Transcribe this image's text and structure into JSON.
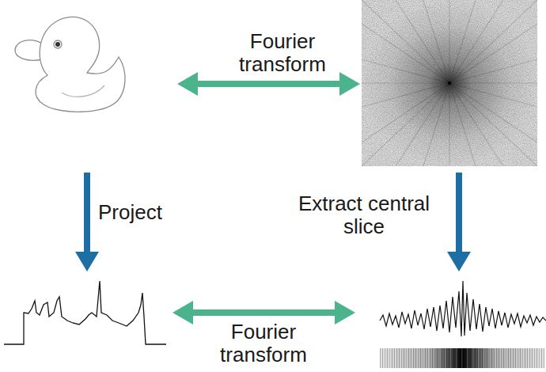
{
  "diagram": {
    "labels": [
      "Fourier transform",
      "Project",
      "Extract central slice",
      "Fourier transform"
    ]
  }
}
